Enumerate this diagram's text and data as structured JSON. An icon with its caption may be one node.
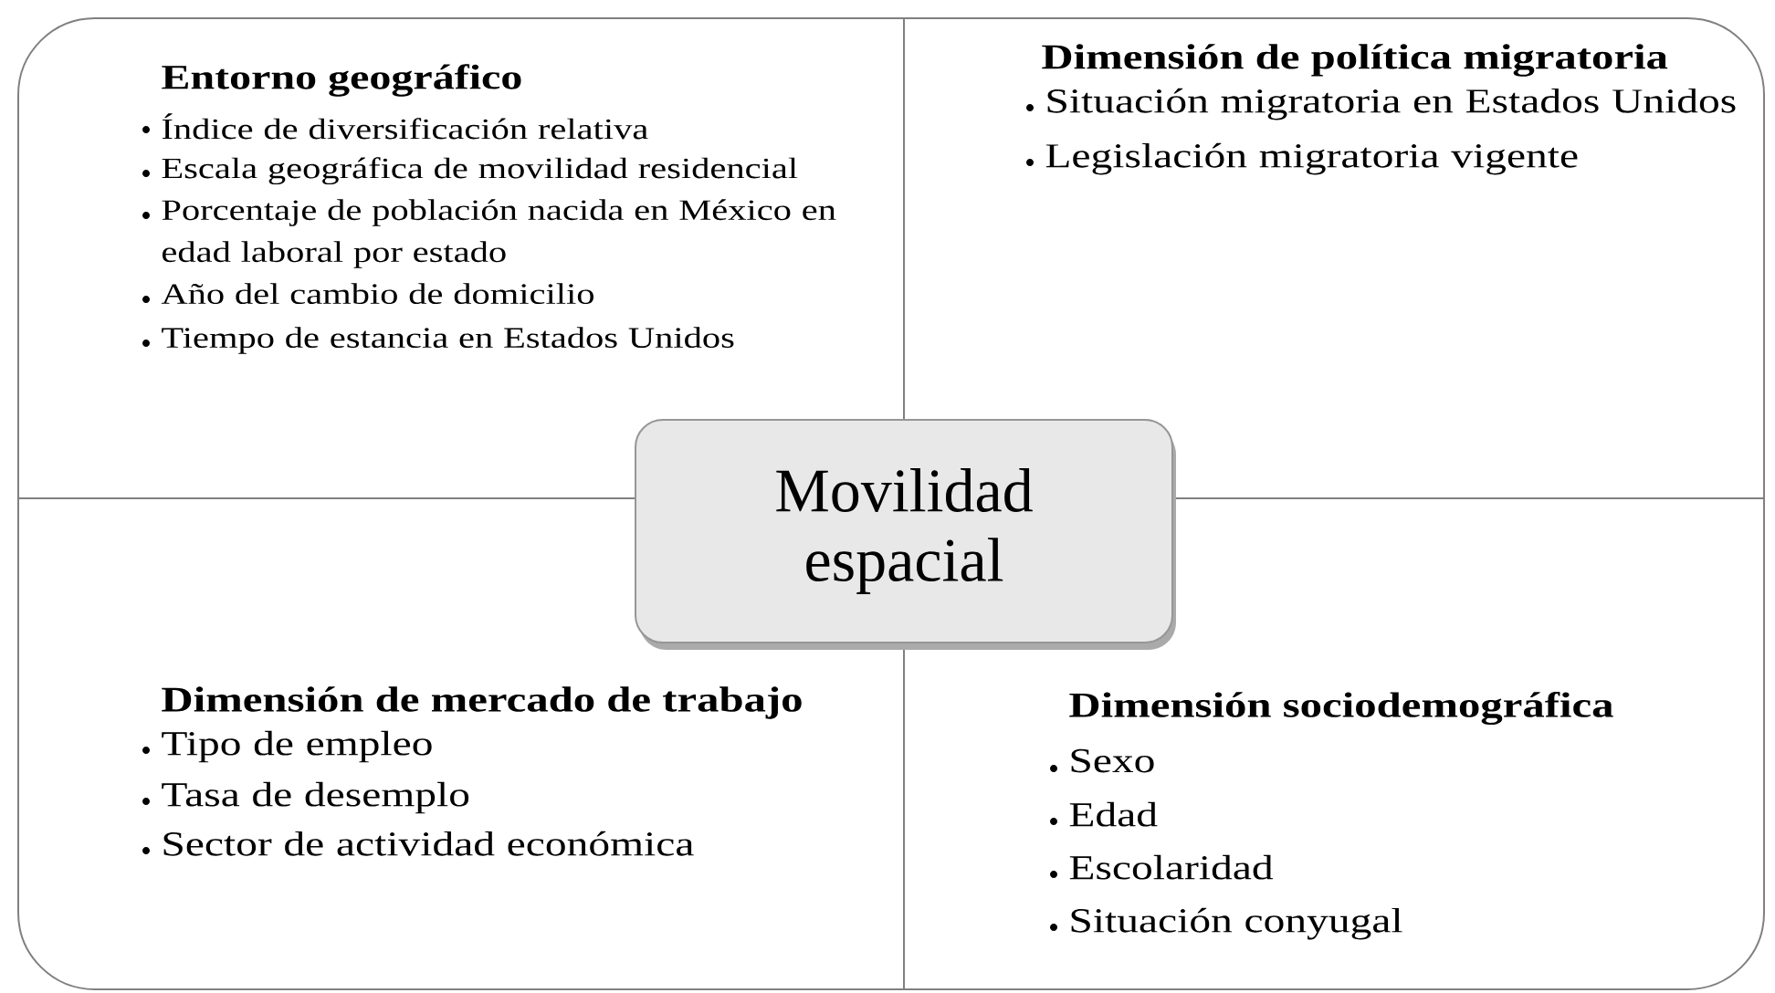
{
  "diagram": {
    "nodes": [
      {
        "text": [
          "Entorno geográfico",
          "Índice de diversificación relativa",
          "Escala geográfica de movilidad residencial",
          "Porcentaje de población nacida en México en edad laboral por estado",
          "Año del cambio de domicilio",
          "Tiempo de estancia en Estados Unidos"
        ]
      },
      {
        "text": [
          "Dimensión de política migratoria",
          "Situación migratoria en Estados Unidos",
          "Legislación migratoria vigente"
        ]
      },
      {
        "text": [
          "Movilidad espacial"
        ]
      },
      {
        "text": [
          "Dimensión de mercado de trabajo",
          "Tipo de empleo",
          "Tasa de desemplo",
          "Sector de actividad económica"
        ]
      },
      {
        "text": [
          "Dimensión sociodemográfica",
          "Sexo",
          "Edad",
          "Escolaridad",
          "Situación conyugal"
        ]
      }
    ]
  }
}
